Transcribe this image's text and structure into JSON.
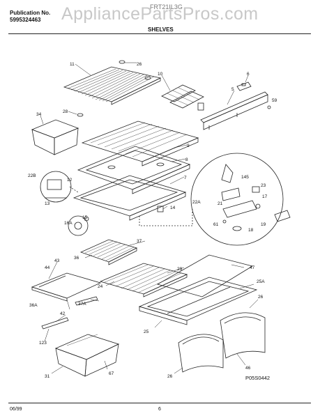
{
  "header": {
    "publication_label": "Publication No.",
    "publication_number": "5995324463",
    "model": "FRT21IL3G",
    "watermark": "AppliancePartsPros.com",
    "section": "SHELVES"
  },
  "footer": {
    "date": "06/99",
    "page": "6",
    "drawing_code": "P05S0442"
  },
  "part_labels": [
    "11",
    "26",
    "10",
    "6",
    "5",
    "59",
    "34",
    "28",
    "9",
    "8",
    "22B",
    "12",
    "13",
    "7",
    "145",
    "23",
    "22A",
    "21",
    "17",
    "14",
    "16A",
    "15",
    "61",
    "18",
    "19",
    "36",
    "37",
    "44",
    "43",
    "29",
    "47",
    "24",
    "25A",
    "36A",
    "37A",
    "42",
    "26",
    "123",
    "25",
    "31",
    "67",
    "26",
    "46"
  ]
}
